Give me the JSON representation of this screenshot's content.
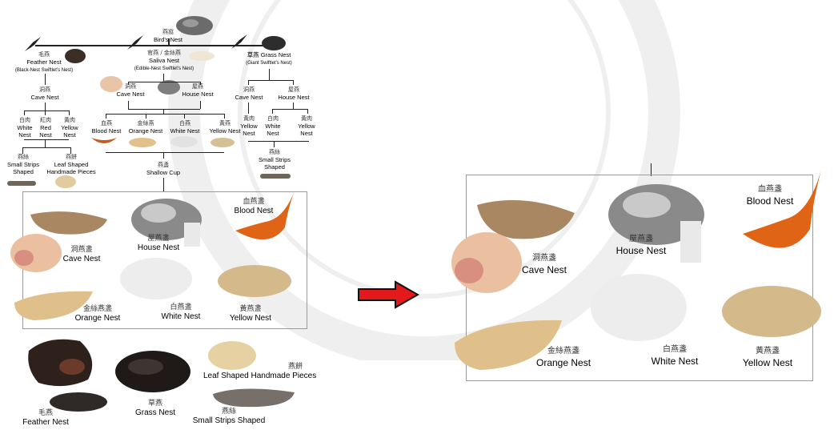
{
  "tree": {
    "root": {
      "zh": "燕窩",
      "en": "Bird's Nest"
    },
    "feather": {
      "zh": "毛燕",
      "en": "Feather Nest",
      "sub": "(Black-Nest Swiftlet's Nest)"
    },
    "saliva": {
      "zh": "官燕 / 金絲燕",
      "en": "Saliva Nest",
      "sub": "(Edible-Nest Swiftlet's Nest)"
    },
    "grass": {
      "zh": "草燕",
      "en": "Grass Nest",
      "sub": "(Giant Swiftlet's Nest)"
    },
    "feather_cave": {
      "zh": "洞燕",
      "en": "Cave Nest"
    },
    "saliva_cave": {
      "zh": "洞燕",
      "en": "Cave Nest"
    },
    "saliva_house": {
      "zh": "屋燕",
      "en": "House Nest"
    },
    "grass_cave": {
      "zh": "洞燕",
      "en": "Cave Nest"
    },
    "grass_house": {
      "zh": "屋燕",
      "en": "House Nest"
    },
    "white1": {
      "zh": "白肉",
      "en1": "White",
      "en2": "Nest"
    },
    "red1": {
      "zh": "紅肉",
      "en1": "Red",
      "en2": "Nest"
    },
    "yellow1": {
      "zh": "黃肉",
      "en1": "Yellow",
      "en2": "Nest"
    },
    "blood": {
      "zh": "血燕",
      "en": "Blood Nest"
    },
    "orange": {
      "zh": "金絲燕",
      "en": "Orange Nest"
    },
    "white2": {
      "zh": "白燕",
      "en": "White Nest"
    },
    "yellow2": {
      "zh": "黃燕",
      "en": "Yellow Nest"
    },
    "yellow3": {
      "zh": "黃肉",
      "en1": "Yellow",
      "en2": "Nest"
    },
    "white3": {
      "zh": "白肉",
      "en1": "White",
      "en2": "Nest"
    },
    "yellow4": {
      "zh": "黃肉",
      "en1": "Yellow",
      "en2": "Nest"
    },
    "strips1": {
      "zh": "燕絲",
      "en1": "Small Strips",
      "en2": "Shaped"
    },
    "leaf1": {
      "zh": "燕餅",
      "en1": "Leaf Shaped",
      "en2": "Handmade Pieces"
    },
    "cup": {
      "zh": "燕盞",
      "en": "Shallow Cup"
    },
    "strips2": {
      "zh": "燕絲",
      "en1": "Small Strips",
      "en2": "Shaped"
    }
  },
  "gallery": {
    "cave": {
      "zh": "洞燕盞",
      "en": "Cave Nest"
    },
    "house": {
      "zh": "屋燕盞",
      "en": "House Nest"
    },
    "blood": {
      "zh": "血燕盞",
      "en": "Blood Nest"
    },
    "orange": {
      "zh": "金絲燕盞",
      "en": "Orange Nest"
    },
    "white": {
      "zh": "白燕盞",
      "en": "White Nest"
    },
    "yellow": {
      "zh": "黃燕盞",
      "en": "Yellow Nest"
    }
  },
  "bottom": {
    "feather": {
      "zh": "毛燕",
      "en": "Feather Nest"
    },
    "grass": {
      "zh": "草燕",
      "en": "Grass Nest"
    },
    "leaf": {
      "zh": "燕餅",
      "en": "Leaf Shaped Handmade Pieces"
    },
    "strips": {
      "zh": "燕絲",
      "en": "Small Strips Shaped"
    }
  },
  "zoom": {
    "cave": {
      "zh": "洞燕盞",
      "en": "Cave Nest"
    },
    "house": {
      "zh": "屋燕盞",
      "en": "House Nest"
    },
    "blood": {
      "zh": "血燕盞",
      "en": "Blood Nest"
    },
    "orange": {
      "zh": "金絲燕盞",
      "en": "Orange Nest"
    },
    "white": {
      "zh": "白燕盞",
      "en": "White Nest"
    },
    "yellow": {
      "zh": "黃燕盞",
      "en": "Yellow Nest"
    }
  },
  "colors": {
    "arrow": "#e3191b",
    "frame": "#9a9a9a"
  },
  "icons": [
    "swift-bird-icon",
    "right-arrow-icon"
  ]
}
